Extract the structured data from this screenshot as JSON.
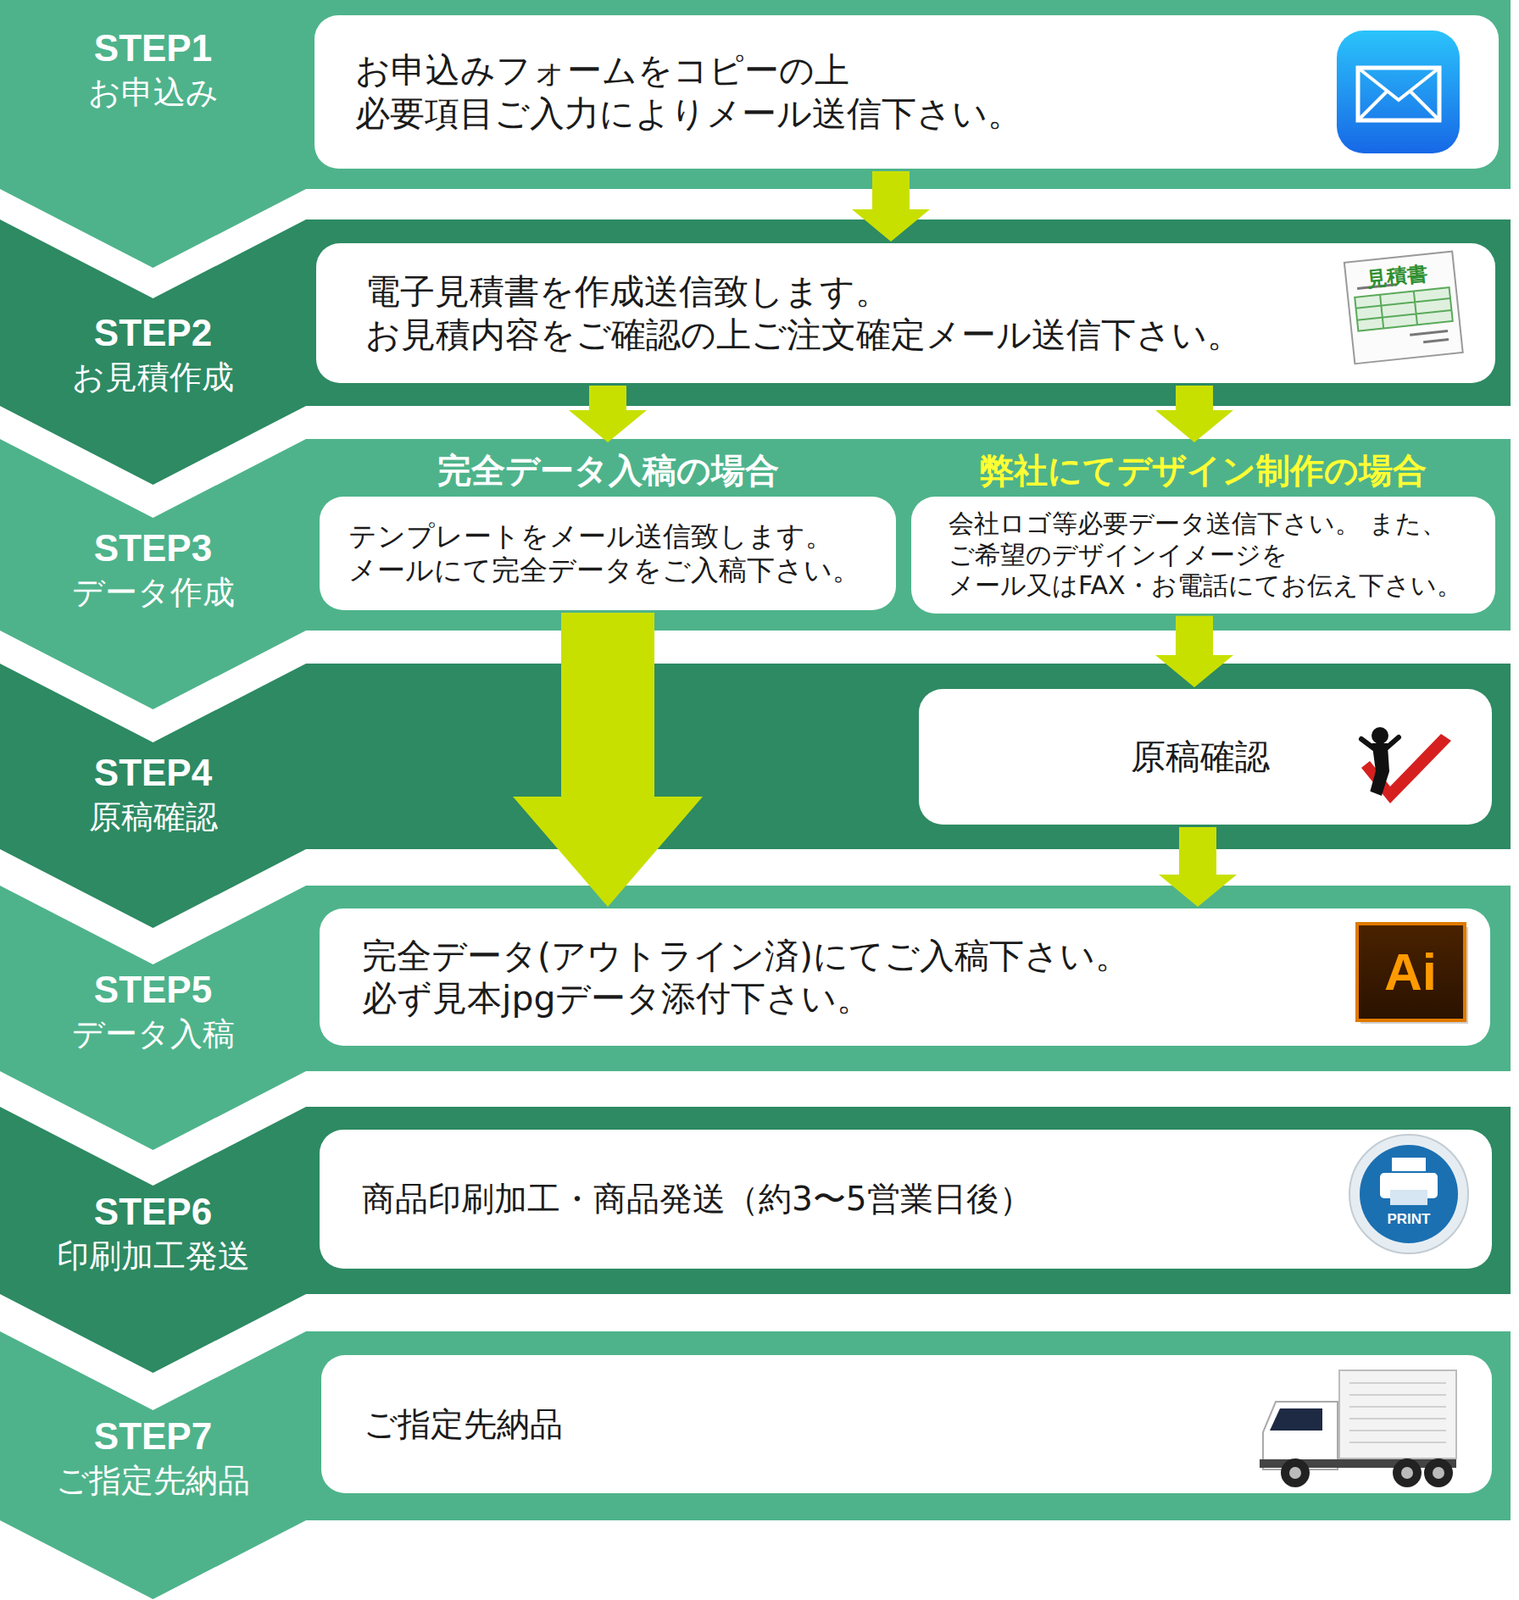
{
  "diagram": {
    "nodes": [
      {
        "text": [
          "STEP1",
          "お申込み"
        ]
      },
      {
        "text": [
          "お申込みフォームをコピーの上 必要項目ご入力によりメール送信下さい。"
        ],
        "in": 0
      },
      {
        "text": [
          "STEP2",
          "お見積作成"
        ]
      },
      {
        "text": [
          "電子見積書を作成送信致します。 お見積内容をご確認の上ご注文確定メール送信下さい。"
        ],
        "in": 2
      },
      {
        "text": [
          "STEP3",
          "データ作成"
        ]
      },
      {
        "text": [
          "完全データ入稿の場合",
          "テンプレートをメール送信致します。 メールにて完全データをご入稿下さい。"
        ],
        "in": 4
      },
      {
        "text": [
          "弊社にてデザイン制作の場合",
          "会社ロゴ等必要データ送信下さい。 また、ご希望のデザインイメージを メール又はFAX・お電話にてお伝え下さい。"
        ],
        "in": 4
      },
      {
        "text": [
          "STEP4",
          "原稿確認"
        ]
      },
      {
        "text": [
          "原稿確認"
        ],
        "in": 7
      },
      {
        "text": [
          "STEP5",
          "データ入稿"
        ]
      },
      {
        "text": [
          "完全データ(アウトライン済)にてご入稿下さい。 必ず見本jpgデータ添付下さい。"
        ],
        "in": 9
      },
      {
        "text": [
          "STEP6",
          "印刷加工発送"
        ]
      },
      {
        "text": [
          "商品印刷加工・商品発送（約3〜5営業日後）"
        ],
        "in": 11
      },
      {
        "text": [
          "STEP7",
          "ご指定先納品"
        ]
      },
      {
        "text": [
          "ご指定先納品"
        ],
        "in": 13
      }
    ],
    "edges": [
      {
        "from": 1,
        "to": 3,
        "arrow": "to"
      },
      {
        "from": 3,
        "to": 5,
        "arrow": "to"
      },
      {
        "from": 3,
        "to": 6,
        "arrow": "to"
      },
      {
        "from": 6,
        "to": 8,
        "arrow": "to"
      },
      {
        "from": 5,
        "to": 10,
        "arrow": "to"
      },
      {
        "from": 8,
        "to": 10,
        "arrow": "to"
      }
    ],
    "labels": [
      "見積書",
      "Ai",
      "PRINT"
    ]
  }
}
